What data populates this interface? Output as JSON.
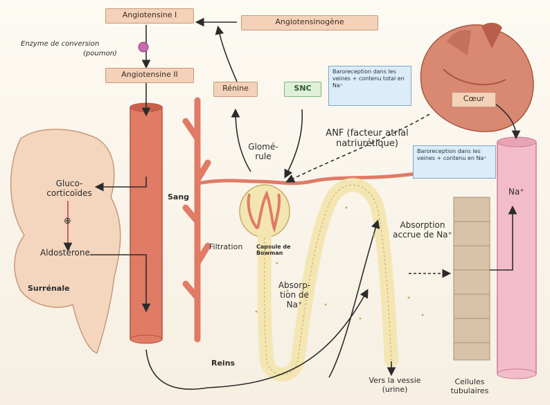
{
  "labels": {
    "angiotensine_i": "Angiotensine I",
    "angiotensinogene": "Angiotensinogène",
    "enzyme_conversion": "Enzyme de conversion",
    "poumon": "(poumon)",
    "angiotensine_ii": "Angiotensine II",
    "renine": "Rénine",
    "snc": "SNC",
    "coeur": "Cœur",
    "glomerule": "Glomé-rule",
    "anf": "ANF (facteur atrial natriurétique)",
    "glucocorticoides": "Gluco-corticoïdes",
    "plus_symbol": "⊕",
    "aldosterone": "Aldostérone",
    "surrenale": "Surrénale",
    "sang": "Sang",
    "filtration": "Filtration",
    "capsule_bowman": "Capsule de Bowman",
    "absorption_na": "Absorp-tion de Na⁺",
    "absorption_accrue": "Absorption accrue de Na⁺",
    "na_plus": "Na⁺",
    "reins": "Reins",
    "vers_vessie": "Vers la vessie (urine)",
    "cellules_tubulaires": "Cellules tubulaires",
    "note_coeur": "Baroreception dans les veines + contenu total en Na⁺",
    "note_vessel": "Baroreception dans les veines + contenu en Na⁺"
  },
  "colors": {
    "vessel": "#e07b66",
    "vessel_dark": "#b8503d",
    "adrenal": "#f4d6bf",
    "tubule": "#f4e6b3",
    "pink_vessel": "#f3bccb",
    "tubular_cells": "#d9c3a8",
    "heart": "#d98872",
    "note_fill": "#dcecf8",
    "sns_green": "#7fb47a"
  }
}
